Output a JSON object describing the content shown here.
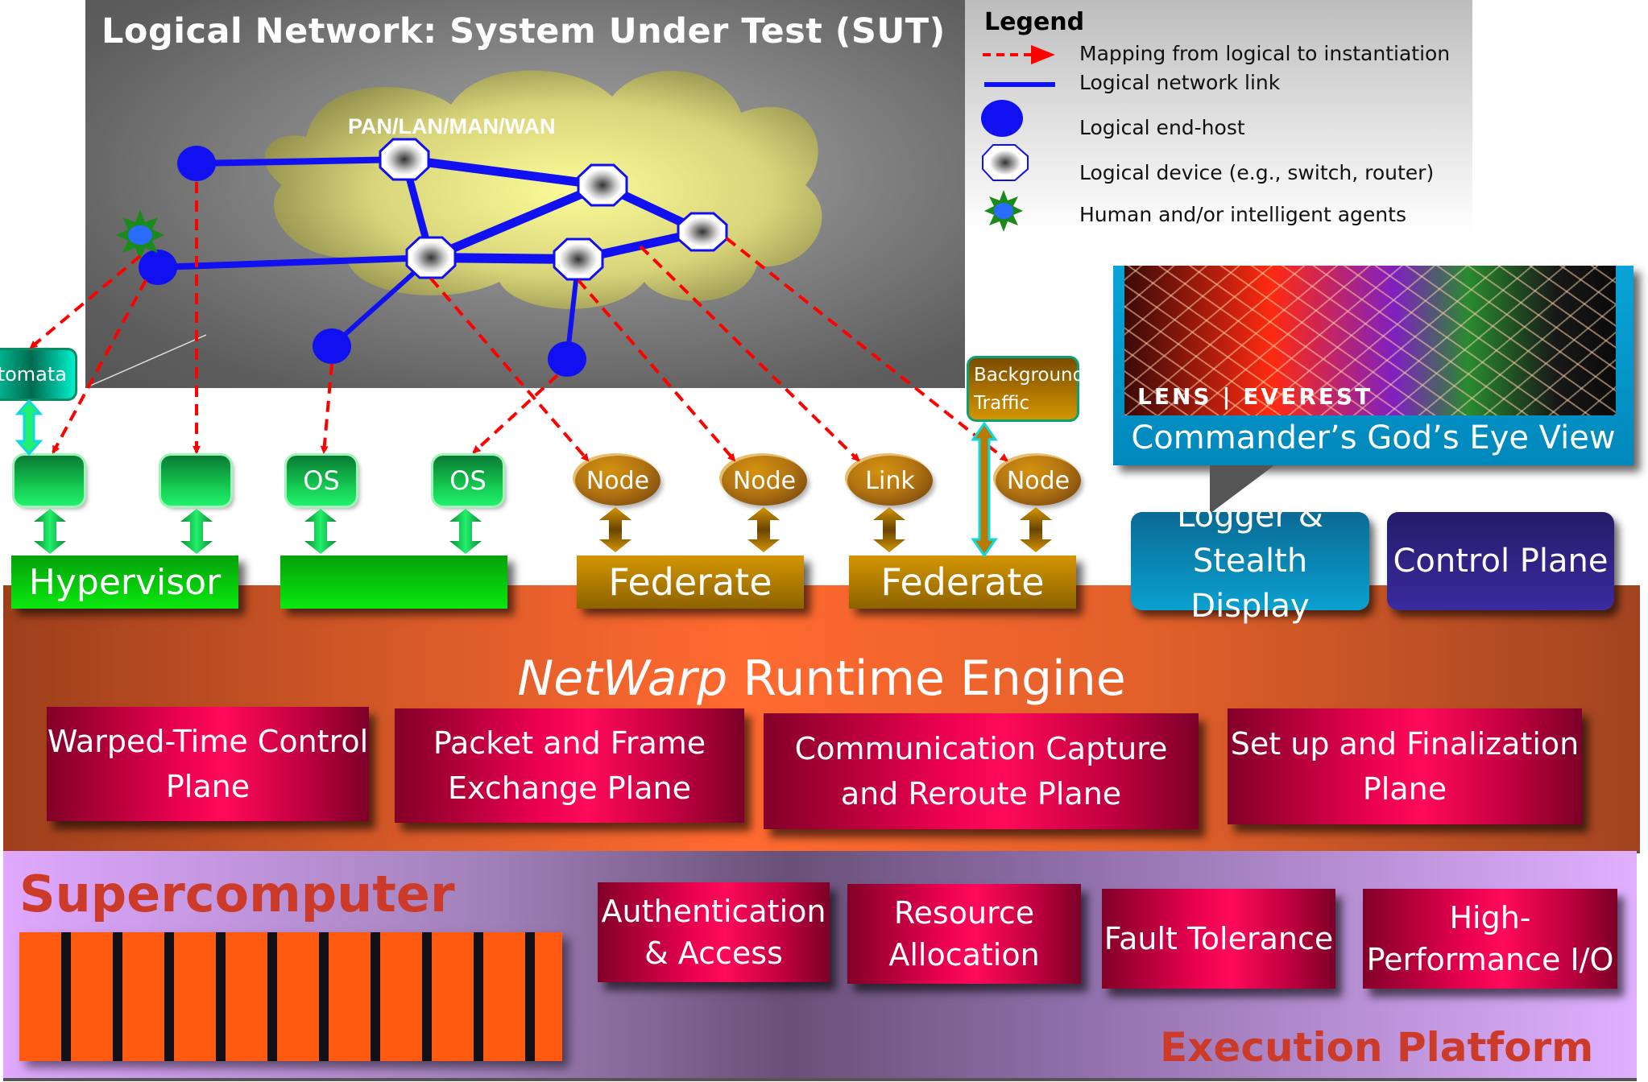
{
  "sut": {
    "title": "Logical Network: System Under Test (SUT)",
    "cloud_label": "PAN/LAN/MAN/WAN"
  },
  "legend": {
    "title": "Legend",
    "items": [
      {
        "icon": "red-dashed-arrow",
        "label": "Mapping from logical to instantiation"
      },
      {
        "icon": "blue-line",
        "label": "Logical network link"
      },
      {
        "icon": "blue-circle",
        "label": "Logical end-host"
      },
      {
        "icon": "octagon-device",
        "label": "Logical device (e.g., switch, router)"
      },
      {
        "icon": "green-star-agent",
        "label": "Human and/or intelligent agents"
      }
    ]
  },
  "instantiation": {
    "automata_label": "tomata",
    "vms": [
      {
        "label": ""
      },
      {
        "label": ""
      },
      {
        "label": "OS"
      },
      {
        "label": "OS"
      }
    ],
    "hypervisors": [
      {
        "label": "Hypervisor"
      },
      {
        "label": ""
      }
    ],
    "federate_nodes": [
      {
        "label": "Node"
      },
      {
        "label": "Node"
      },
      {
        "label": "Link"
      },
      {
        "label": "Node"
      }
    ],
    "federates": [
      {
        "label": "Federate"
      },
      {
        "label": "Federate"
      }
    ],
    "background_traffic_label": "Background Traffic"
  },
  "commander": {
    "brand": "LENS | EVEREST",
    "label": "Commander’s God’s Eye View"
  },
  "logger": {
    "label": "Logger & Stealth Display"
  },
  "control_plane": {
    "label": "Control Plane"
  },
  "engine": {
    "title_italic": "NetWarp",
    "title_rest": " Runtime Engine",
    "planes": [
      {
        "label": "Warped-Time Control Plane"
      },
      {
        "label": "Packet and Frame Exchange Plane"
      },
      {
        "label": "Communication Capture and Reroute Plane"
      },
      {
        "label": "Set up and Finalization Plane"
      }
    ]
  },
  "platform": {
    "supercomputer_label": "Supercomputer",
    "execution_label": "Execution Platform",
    "services": [
      {
        "label": "Authentication & Access"
      },
      {
        "label": "Resource Allocation"
      },
      {
        "label": "Fault Tolerance"
      },
      {
        "label": "High-Performance I/O"
      }
    ]
  },
  "colors": {
    "link": "#1010f0",
    "mapping_arrow": "#ff0000",
    "engine_band": "#ff6a30",
    "plane_box": "#e8004f",
    "platform_band": "#a080b8",
    "accent_title": "#cc3a2a"
  }
}
